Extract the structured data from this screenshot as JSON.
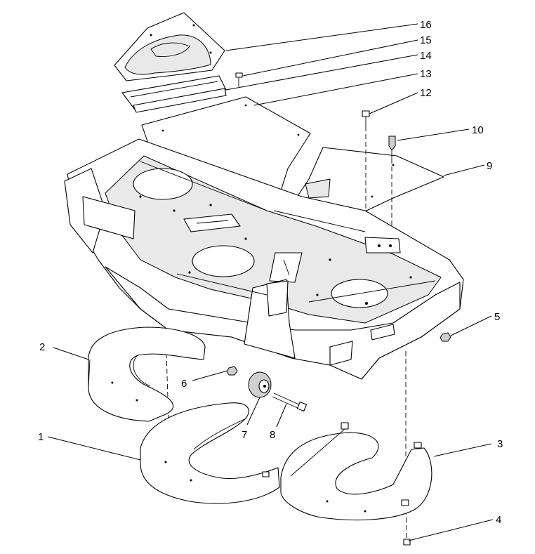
{
  "callouts": [
    {
      "id": "16",
      "label": "16"
    },
    {
      "id": "15",
      "label": "15"
    },
    {
      "id": "14",
      "label": "14"
    },
    {
      "id": "13",
      "label": "13"
    },
    {
      "id": "12",
      "label": "12"
    },
    {
      "id": "10",
      "label": "10"
    },
    {
      "id": "9",
      "label": "9"
    },
    {
      "id": "5",
      "label": "5"
    },
    {
      "id": "2",
      "label": "2"
    },
    {
      "id": "6",
      "label": "6"
    },
    {
      "id": "7",
      "label": "7"
    },
    {
      "id": "8",
      "label": "8"
    },
    {
      "id": "1",
      "label": "1"
    },
    {
      "id": "3",
      "label": "3"
    },
    {
      "id": "4",
      "label": "4"
    }
  ]
}
